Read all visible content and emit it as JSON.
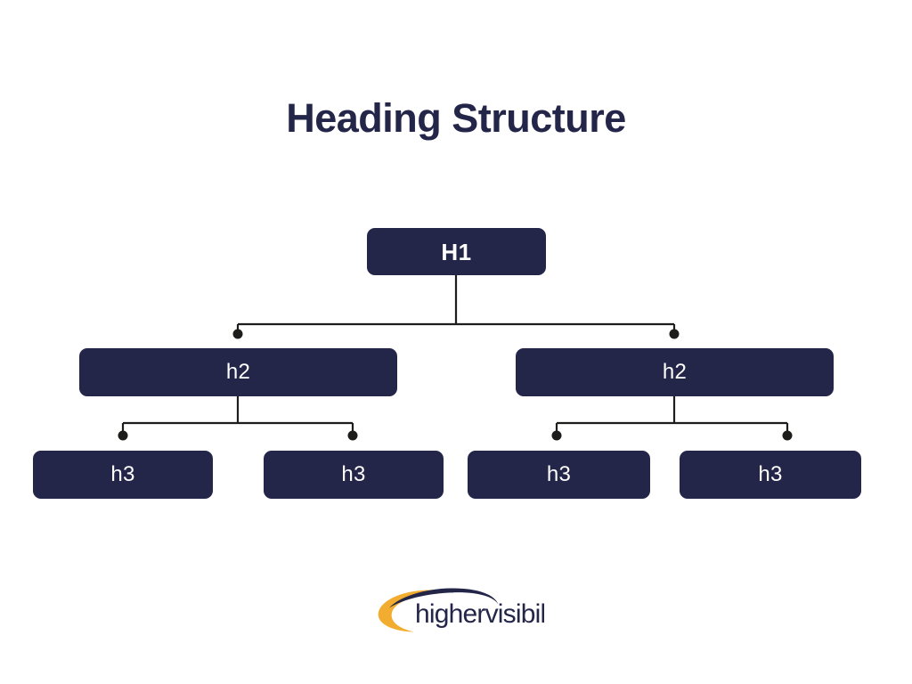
{
  "page": {
    "title": "Heading Structure",
    "background_color": "#ffffff"
  },
  "theme": {
    "navy": "#232549",
    "gold": "#f2ad30",
    "white": "#ffffff",
    "connector_color": "#1d1d1b"
  },
  "diagram": {
    "type": "tree",
    "root": {
      "label": "H1"
    },
    "level2": [
      {
        "label": "h2"
      },
      {
        "label": "h2"
      }
    ],
    "level3": [
      {
        "label": "h3"
      },
      {
        "label": "h3"
      },
      {
        "label": "h3"
      },
      {
        "label": "h3"
      }
    ]
  },
  "logo": {
    "wordmark": "highervisibility",
    "swoosh_upper_color": "#232549",
    "swoosh_lower_color": "#f2ad30"
  }
}
